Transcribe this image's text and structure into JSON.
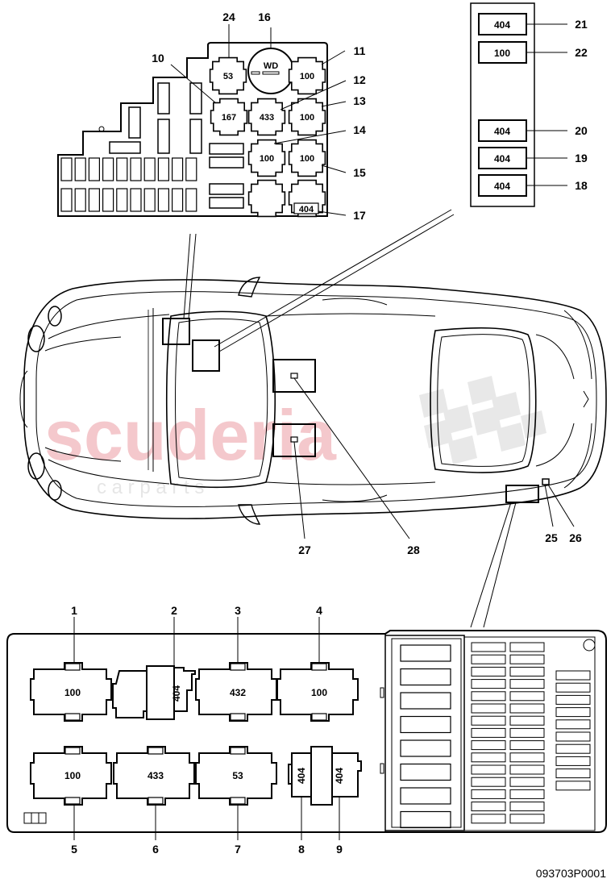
{
  "watermark": {
    "brand": "scuderia",
    "sub": "c a r   p a r t s"
  },
  "reference": "093703P0001",
  "top_left_box": {
    "wd_label": "WD",
    "relays": {
      "r24": "53",
      "r11": "100",
      "r10": "167",
      "r12": "433",
      "r13": "100",
      "r14": "100",
      "r15": "100",
      "r17": "404"
    },
    "callouts": {
      "c24": "24",
      "c16": "16",
      "c10": "10",
      "c11": "11",
      "c12": "12",
      "c13": "13",
      "c14": "14",
      "c15": "15",
      "c17": "17"
    }
  },
  "top_right_box": {
    "relays": {
      "r21": "404",
      "r22": "100",
      "r20": "404",
      "r19": "404",
      "r18": "404"
    },
    "callouts": {
      "c21": "21",
      "c22": "22",
      "c20": "20",
      "c19": "19",
      "c18": "18"
    }
  },
  "car": {
    "callouts": {
      "c25": "25",
      "c26": "26",
      "c27": "27",
      "c28": "28"
    }
  },
  "bottom_box": {
    "relays": {
      "r1": "100",
      "r2": "404",
      "r3": "432",
      "r4": "100",
      "r5": "100",
      "r6": "433",
      "r7": "53",
      "r8": "404",
      "r9": "404"
    },
    "callouts": {
      "c1": "1",
      "c2": "2",
      "c3": "3",
      "c4": "4",
      "c5": "5",
      "c6": "6",
      "c7": "7",
      "c8": "8",
      "c9": "9"
    }
  }
}
